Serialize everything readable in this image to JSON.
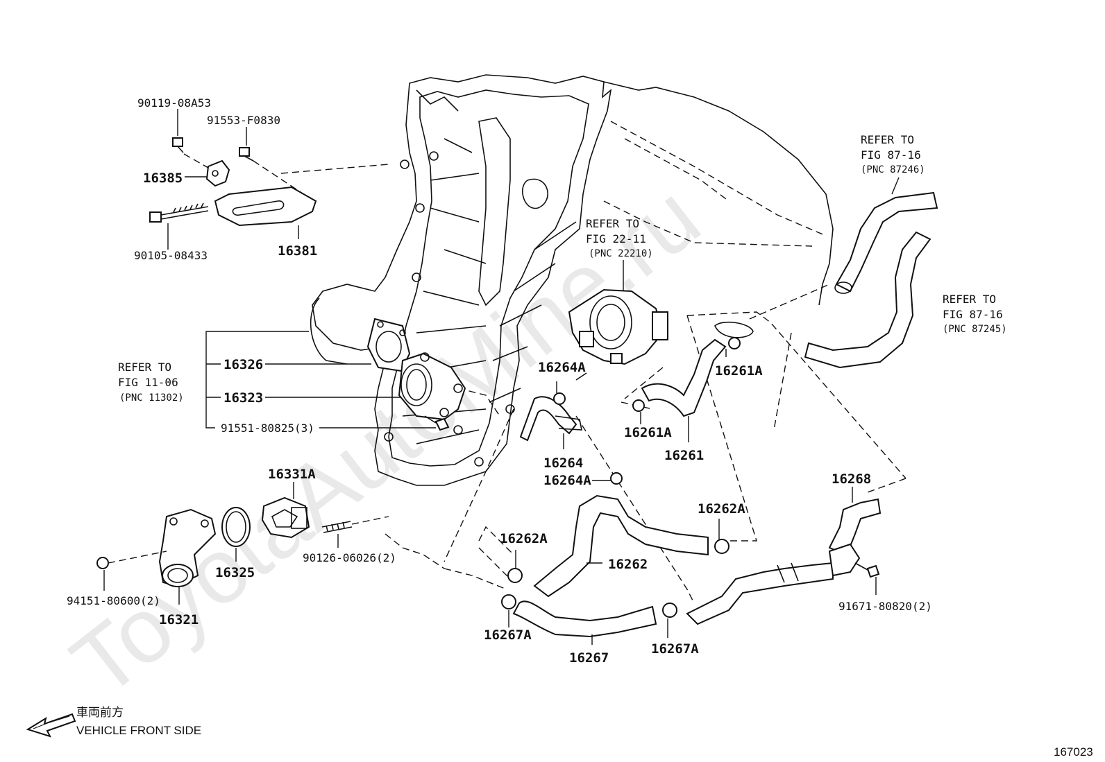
{
  "watermark": "ToyotaAutoMine.ru",
  "diagram_id": "167023",
  "front_side": {
    "jp": "車両前方",
    "en": "VEHICLE FRONT SIDE"
  },
  "refs": {
    "r8716a": {
      "l1": "REFER TO",
      "l2": "FIG 87-16",
      "l3": "(PNC 87246)"
    },
    "r8716b": {
      "l1": "REFER TO",
      "l2": "FIG 87-16",
      "l3": "(PNC 87245)"
    },
    "r2211": {
      "l1": "REFER TO",
      "l2": "FIG 22-11",
      "l3": "(PNC 22210)"
    },
    "r1106": {
      "l1": "REFER TO",
      "l2": "FIG 11-06",
      "l3": "(PNC 11302)"
    }
  },
  "parts": {
    "p90119": "90119-08A53",
    "p91553": "91553-F0830",
    "p16385": "16385",
    "p90105": "90105-08433",
    "p16381": "16381",
    "p16326": "16326",
    "p16323": "16323",
    "p91551": "91551-80825(3)",
    "p16331A": "16331A",
    "p16325": "16325",
    "p90126": "90126-06026(2)",
    "p94151": "94151-80600(2)",
    "p16321": "16321",
    "p16264A_a": "16264A",
    "p16264": "16264",
    "p16264A_b": "16264A",
    "p16261A_a": "16261A",
    "p16261A_b": "16261A",
    "p16261": "16261",
    "p16262A_a": "16262A",
    "p16262A_b": "16262A",
    "p16262": "16262",
    "p16267A_a": "16267A",
    "p16267A_b": "16267A",
    "p16267": "16267",
    "p16268": "16268",
    "p91671": "91671-80820(2)"
  }
}
